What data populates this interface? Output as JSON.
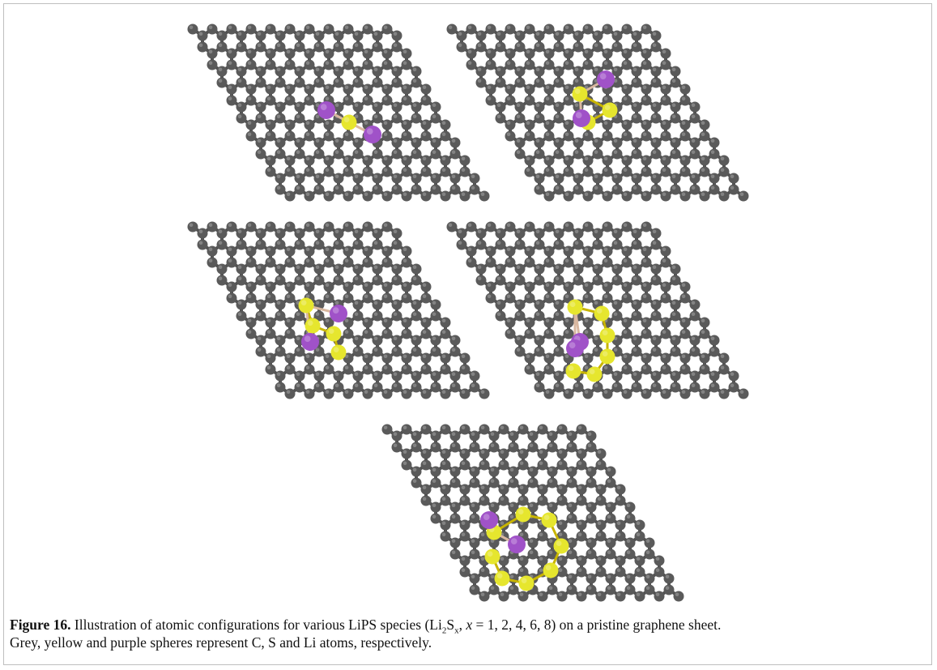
{
  "figure": {
    "label": "Figure 16.",
    "caption_intro": " Illustration of atomic configurations for various LiPS species (Li",
    "formula_sub_1": "2",
    "formula_S": "S",
    "formula_sub_2": "x",
    "formula_sep": ", ",
    "variable": "x",
    "caption_values": " = 1, 2, 4, 6, 8) on a pristine graphene sheet.",
    "caption_line2": "Grey, yellow and purple spheres represent C, S and Li atoms, respectively."
  },
  "colors": {
    "carbon": "#5a5a5a",
    "sulfur": "#e6e62e",
    "lithium": "#a052c8",
    "bond": "#d9b8a0"
  },
  "panels": [
    {
      "id": "Li2S",
      "sulfur_count": 1,
      "lithium_count": 2
    },
    {
      "id": "Li2S2",
      "sulfur_count": 3,
      "lithium_count": 2
    },
    {
      "id": "Li2S4",
      "sulfur_count": 4,
      "lithium_count": 2
    },
    {
      "id": "Li2S6",
      "sulfur_count": 6,
      "lithium_count": 2
    },
    {
      "id": "Li2S8",
      "sulfur_count": 8,
      "lithium_count": 2
    }
  ]
}
